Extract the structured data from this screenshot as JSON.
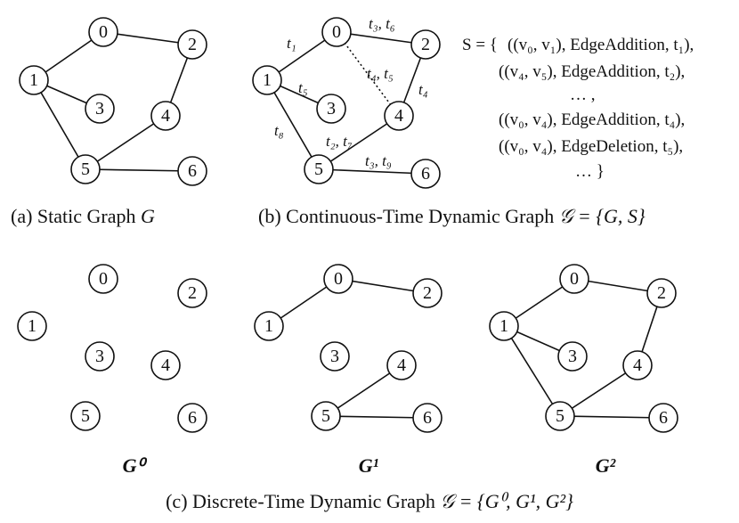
{
  "panels": {
    "a": {
      "caption_prefix": "(a) Static Graph ",
      "caption_symbol": "G"
    },
    "b": {
      "caption_prefix": "(b) Continuous-Time Dynamic Graph ",
      "caption_formula": "𝒢 = {G, S}",
      "edge_labels": {
        "e01": "t₁",
        "e02": "t₃, t₆",
        "e04": "t₄, t₅",
        "e24": "t₄",
        "e13": "t₅",
        "e15": "t₈",
        "e45": "t₂, t₇",
        "e56": "t₃, t₉"
      },
      "sequence": {
        "lead": "S = {",
        "lines": [
          "((v₀, v₁), EdgeAddition, t₁),",
          "((v₄, v₅), EdgeAddition, t₂),",
          "… ,",
          "((v₀, v₄), EdgeAddition, t₄),",
          "((v₀, v₄), EdgeDeletion, t₅),",
          "… }"
        ]
      }
    },
    "c": {
      "caption_prefix": "(c) Discrete-Time Dynamic Graph ",
      "caption_formula": "𝒢 = {G⁰, G¹, G²}",
      "snapshots": [
        "G⁰",
        "G¹",
        "G²"
      ]
    }
  },
  "node_labels": [
    "0",
    "1",
    "2",
    "3",
    "4",
    "5",
    "6"
  ]
}
